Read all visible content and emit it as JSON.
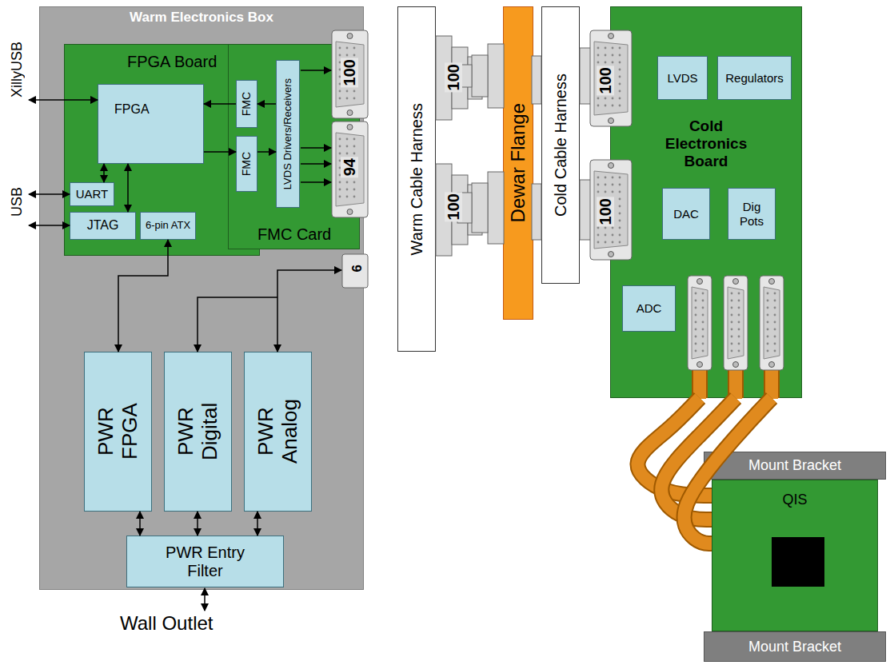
{
  "diagram": {
    "nodes": [
      {
        "text": [
          "Warm Electronics Box"
        ]
      },
      {
        "text": [
          "FPGA Board"
        ],
        "in": 0
      },
      {
        "text": [
          "FPGA"
        ],
        "in": 1
      },
      {
        "text": [
          "UART"
        ],
        "in": 1
      },
      {
        "text": [
          "JTAG"
        ],
        "in": 1
      },
      {
        "text": [
          "6-pin ATX"
        ],
        "in": 1
      },
      {
        "text": [
          "FMC Card"
        ],
        "in": 0
      },
      {
        "text": [
          "FMC"
        ],
        "in": 6
      },
      {
        "text": [
          "FMC"
        ],
        "in": 6
      },
      {
        "text": [
          "LVDS Drivers/Receivers"
        ],
        "in": 6
      },
      {
        "text": [
          "PWR FPGA"
        ],
        "in": 0
      },
      {
        "text": [
          "PWR Digital"
        ],
        "in": 0
      },
      {
        "text": [
          "PWR Analog"
        ],
        "in": 0
      },
      {
        "text": [
          "PWR Entry Filter"
        ],
        "in": 0
      },
      {
        "text": [
          "Warm Cable Harness"
        ]
      },
      {
        "text": [
          "Dewar Flange"
        ]
      },
      {
        "text": [
          "Cold Cable Harness"
        ]
      },
      {
        "text": [
          "Cold Electronics Board"
        ]
      },
      {
        "text": [
          "LVDS"
        ],
        "in": 17
      },
      {
        "text": [
          "Regulators"
        ],
        "in": 17
      },
      {
        "text": [
          "DAC"
        ],
        "in": 17
      },
      {
        "text": [
          "Dig Pots"
        ],
        "in": 17
      },
      {
        "text": [
          "ADC"
        ],
        "in": 17
      },
      {
        "text": [
          "Mount Bracket"
        ]
      },
      {
        "text": [
          "QIS"
        ]
      },
      {
        "text": [
          "Mount Bracket"
        ]
      }
    ],
    "edges": [
      {
        "from": 7,
        "to": 2,
        "arrow": "to"
      },
      {
        "from": 2,
        "to": 8,
        "arrow": "to"
      },
      {
        "from": 9,
        "to": 7,
        "arrow": "to"
      },
      {
        "from": 8,
        "to": 9,
        "arrow": "to"
      },
      {
        "from": 2,
        "to": 3,
        "arrow": "both"
      },
      {
        "from": 2,
        "to": 4,
        "arrow": "both"
      },
      {
        "from": 5,
        "to": 10,
        "arrow": "both"
      },
      {
        "from": 10,
        "to": 13,
        "arrow": "both"
      },
      {
        "from": 11,
        "to": 13,
        "arrow": "both"
      },
      {
        "from": 12,
        "to": 13,
        "arrow": "both"
      },
      {
        "from": 17,
        "to": 24,
        "arrow": "none"
      },
      {
        "from": 17,
        "to": 24,
        "arrow": "none"
      },
      {
        "from": 17,
        "to": 24,
        "arrow": "none"
      }
    ],
    "labels": [
      "XillyUSB",
      "USB",
      "100",
      "94",
      "6",
      "100",
      "100",
      "100",
      "100",
      "Wall Outlet"
    ]
  }
}
